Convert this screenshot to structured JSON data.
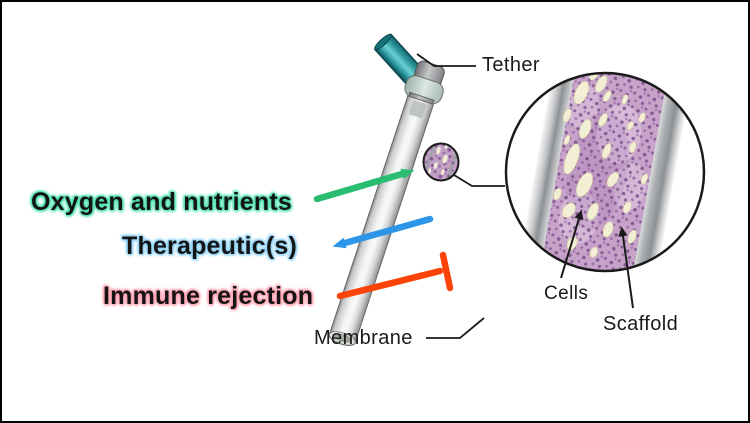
{
  "labels": {
    "tether": "Tether",
    "membrane": "Membrane",
    "cells": "Cells",
    "scaffold": "Scaffold",
    "oxygen": "Oxygen and nutrients",
    "therapeutics": "Therapeutic(s)",
    "immune": "Immune rejection"
  },
  "colors": {
    "oxygen_arrow": "#29bd72",
    "oxygen_text_glow": "#4ce0ab",
    "therapeutics_arrow": "#2d96e8",
    "therapeutics_text_glow": "#8fd3f7",
    "immune_inhibitor": "#fc4408",
    "immune_text_glow": "#ff9fae",
    "tether_color": "#2fa7ac",
    "tissue_color": "#c7a3c9",
    "scaffold_blob_color": "#f3efd5",
    "outline_color": "#1a1a1a",
    "background": "#ffffff",
    "border": "#000000"
  }
}
